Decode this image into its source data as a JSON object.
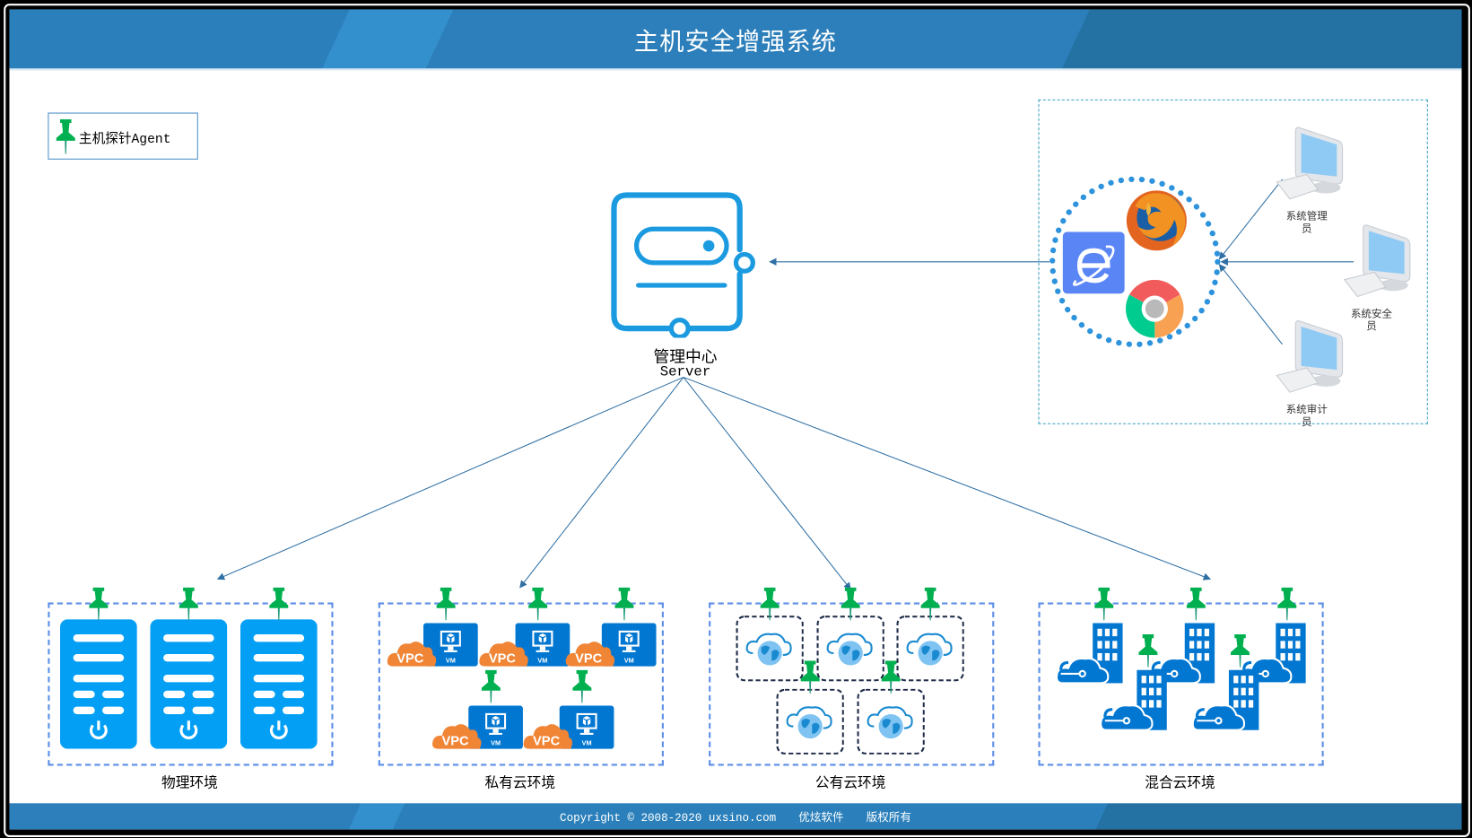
{
  "header": {
    "title": "主机安全增强系统"
  },
  "legend": {
    "icon": "pushpin-icon",
    "label": "主机探针Agent"
  },
  "server": {
    "icon": "server-console-icon",
    "label": "管理中心",
    "sublabel": "Server"
  },
  "browsers": [
    {
      "name": "ie",
      "icon": "internet-explorer-icon"
    },
    {
      "name": "firefox",
      "icon": "firefox-icon"
    },
    {
      "name": "chrome",
      "icon": "chrome-icon"
    }
  ],
  "users": [
    {
      "label": "系统管理员",
      "line1": "系统管理",
      "line2": "员",
      "icon": "desktop-computer-icon"
    },
    {
      "label": "系统安全员",
      "line1": "系统安全",
      "line2": "员",
      "icon": "desktop-computer-icon"
    },
    {
      "label": "系统审计员",
      "line1": "系统审计",
      "line2": "员",
      "icon": "desktop-computer-icon"
    }
  ],
  "environments": [
    {
      "id": "physical",
      "label": "物理环境",
      "node_icon": "physical-server-icon",
      "node_count": 3,
      "agent_count": 3
    },
    {
      "id": "private-cloud",
      "label": "私有云环境",
      "node_icon": "vpc-vm-icon",
      "node_count": 5,
      "agent_count": 5,
      "vpc_text": "VPC",
      "vm_text": "VM"
    },
    {
      "id": "public-cloud",
      "label": "公有云环境",
      "node_icon": "cloud-globe-icon",
      "node_count": 5,
      "agent_count": 5
    },
    {
      "id": "hybrid-cloud",
      "label": "混合云环境",
      "node_icon": "hybrid-cloud-building-icon",
      "node_count": 5,
      "agent_count": 5
    }
  ],
  "colors": {
    "header_blue": "#2b80bb",
    "agent_green": "#00b050",
    "server_blue": "#1b9ae0",
    "physical_blue": "#039ff4",
    "vm_blue": "#0277d1",
    "vpc_orange": "#f08536",
    "dashed_border": "#5b8ee6",
    "arrow_line": "#2f6fa3"
  },
  "footer": {
    "copyright": "Copyright © 2008-2020 uxsino.com",
    "company": "优炫软件",
    "rights": "版权所有"
  }
}
